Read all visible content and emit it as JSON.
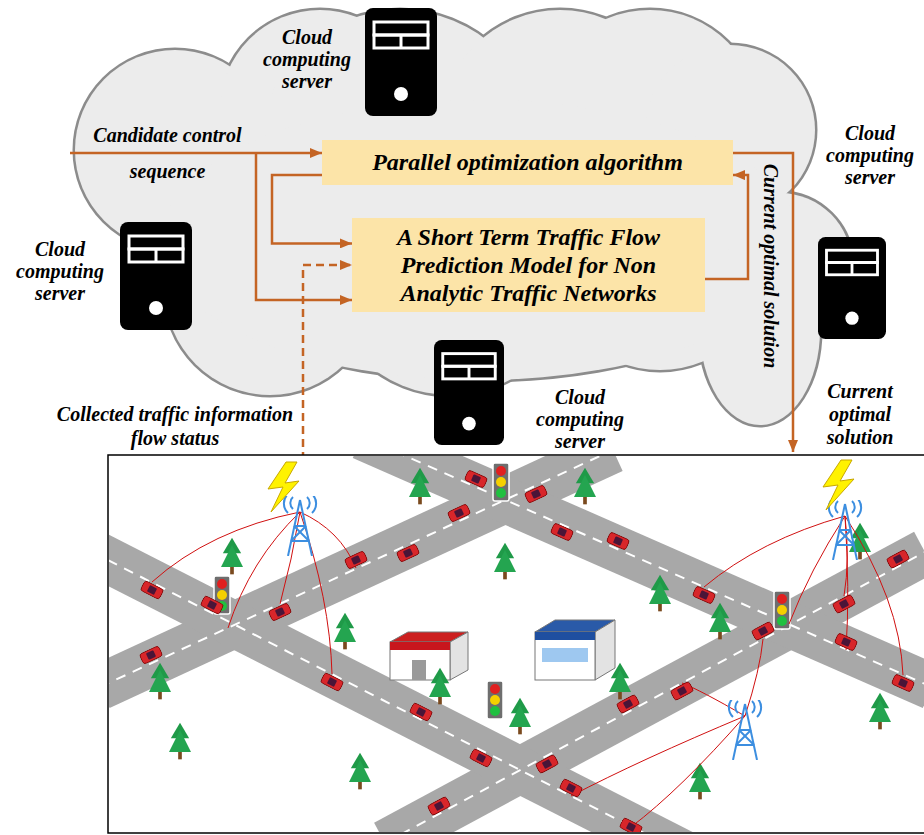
{
  "diagram": {
    "nodes": [
      {
        "text": [
          "Parallel optimization algorithm"
        ]
      },
      {
        "text": [
          "A Short Term Traffic Flow Prediction Model for Non Analytic Traffic Networks"
        ]
      }
    ],
    "edges": [
      {
        "from": 0,
        "to": 1,
        "arrow": "to"
      },
      {
        "from": 1,
        "to": 0,
        "arrow": "to"
      }
    ],
    "labels": [
      "Cloud computing server",
      "Candidate control sequence",
      "Cloud computing server",
      "Cloud computing server",
      "Current optimal solution",
      "Cloud computing server",
      "Collected traffic information flow status",
      "Current optimal solution"
    ]
  }
}
